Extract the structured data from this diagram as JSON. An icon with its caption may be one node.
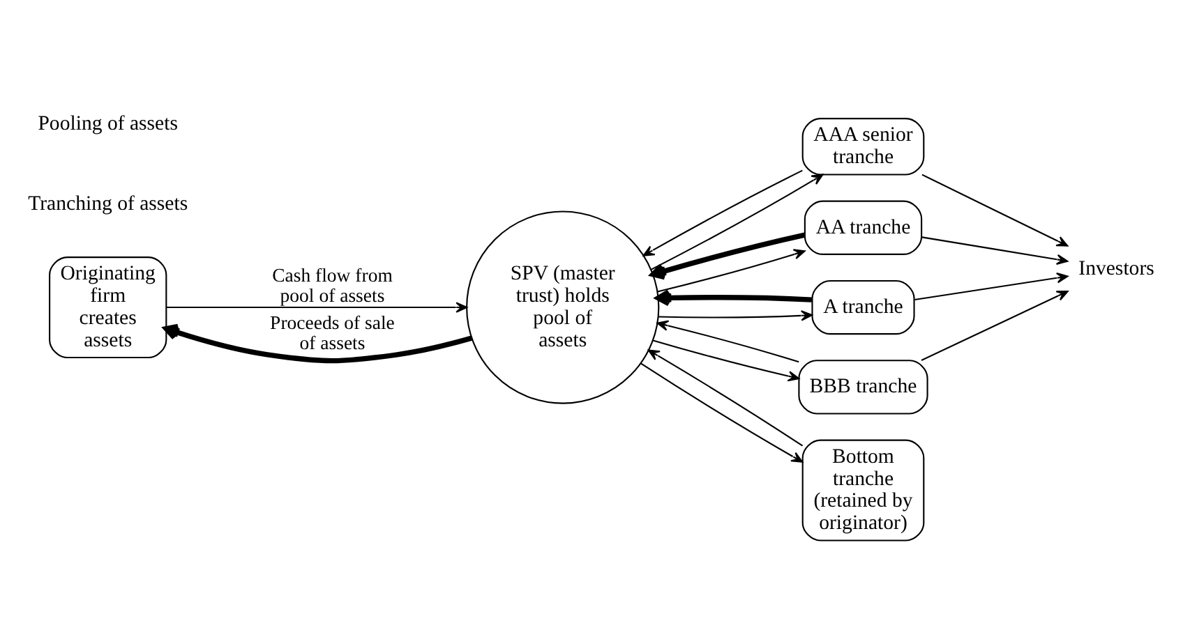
{
  "diagram": {
    "nodes": [
      {
        "text": [
          "Originating firm creates assets"
        ]
      },
      {
        "text": [
          "SPV (master trust) holds pool of assets"
        ]
      },
      {
        "text": [
          "AAA senior tranche"
        ]
      },
      {
        "text": [
          "AA tranche"
        ]
      },
      {
        "text": [
          "A tranche"
        ]
      },
      {
        "text": [
          "BBB tranche"
        ]
      },
      {
        "text": [
          "Bottom tranche (retained by originator)"
        ]
      },
      {
        "text": [
          "Investors"
        ]
      }
    ],
    "edges": [
      {
        "from": 0,
        "to": 1,
        "arrow": "to",
        "label": "Cash flow from pool of assets"
      },
      {
        "from": 1,
        "to": 0,
        "arrow": "to",
        "label": "Proceeds of sale of assets",
        "style": "thick"
      },
      {
        "from": 1,
        "to": 2,
        "arrow": "to"
      },
      {
        "from": 2,
        "to": 1,
        "arrow": "to"
      },
      {
        "from": 1,
        "to": 3,
        "arrow": "to"
      },
      {
        "from": 3,
        "to": 1,
        "arrow": "to",
        "style": "thick"
      },
      {
        "from": 1,
        "to": 4,
        "arrow": "to"
      },
      {
        "from": 4,
        "to": 1,
        "arrow": "to",
        "style": "thick"
      },
      {
        "from": 1,
        "to": 5,
        "arrow": "to"
      },
      {
        "from": 5,
        "to": 1,
        "arrow": "to"
      },
      {
        "from": 1,
        "to": 6,
        "arrow": "to"
      },
      {
        "from": 6,
        "to": 1,
        "arrow": "to"
      },
      {
        "from": 2,
        "to": 7,
        "arrow": "to"
      },
      {
        "from": 3,
        "to": 7,
        "arrow": "to"
      },
      {
        "from": 4,
        "to": 7,
        "arrow": "to"
      },
      {
        "from": 5,
        "to": 7,
        "arrow": "to"
      }
    ],
    "labels": [
      "Tranching of assets",
      "Pooling of assets"
    ]
  }
}
